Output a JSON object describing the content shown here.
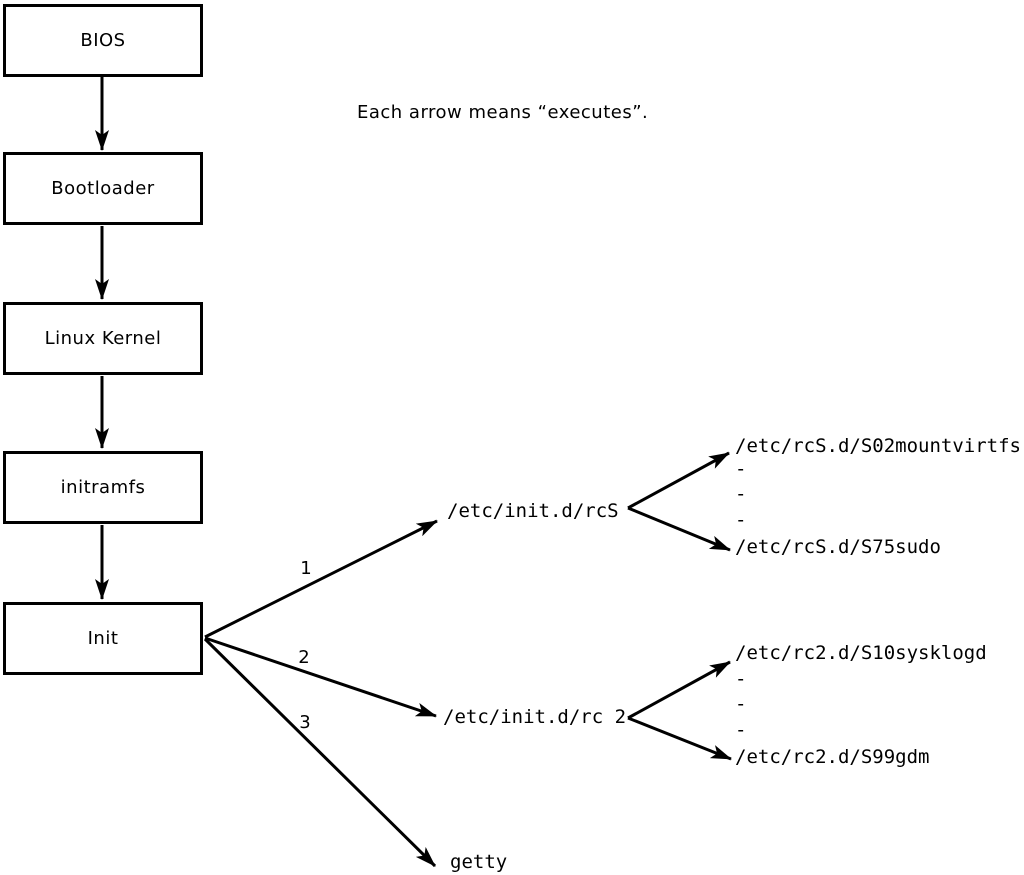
{
  "caption": "Each arrow means “executes”.",
  "flow": {
    "boxes": [
      {
        "label": "BIOS"
      },
      {
        "label": "Bootloader"
      },
      {
        "label": "Linux Kernel"
      },
      {
        "label": "initramfs"
      },
      {
        "label": "Init"
      }
    ]
  },
  "init_children": [
    {
      "order": "1",
      "label": "/etc/init.d/rcS"
    },
    {
      "order": "2",
      "label": "/etc/init.d/rc 2"
    },
    {
      "order": "3",
      "label": "getty"
    }
  ],
  "rcS_children": [
    "/etc/rcS.d/S02mountvirtfs",
    "-",
    "-",
    "-",
    "/etc/rcS.d/S75sudo"
  ],
  "rc2_children": [
    "/etc/rc2.d/S10sysklogd",
    "-",
    "-",
    "-",
    "/etc/rc2.d/S99gdm"
  ],
  "colors": {
    "ink": "#000000",
    "background": "#ffffff",
    "box_fill": "#ffffff"
  }
}
